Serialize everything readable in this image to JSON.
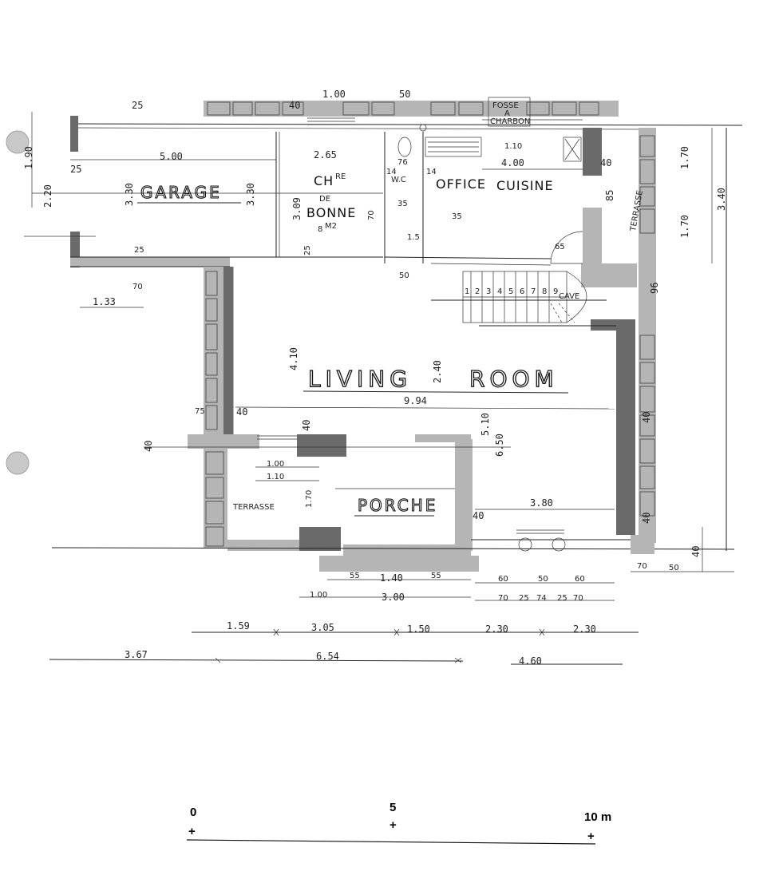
{
  "rooms": {
    "garage": "GARAGE",
    "chambre_line1": "CH",
    "chambre_sup": "RE",
    "chambre_line2": "DE",
    "chambre_line3": "BONNE",
    "chambre_area": "8",
    "chambre_area_unit": "M2",
    "wc": "W.C",
    "office": "OFFICE",
    "cuisine": "CUISINE",
    "terrasse_right": "TERRASSE",
    "cave": "CAVE",
    "living_1": "LIVING",
    "living_2": "ROOM",
    "terrasse_left": "TERRASSE",
    "porche": "PORCHE",
    "fosse": "FOSSE",
    "a": "A",
    "charbon": "CHARBON"
  },
  "dims": {
    "d100_top": "1.00",
    "d50_top": "50",
    "d25_top": "25",
    "d40_top": "40",
    "d190": "1.90",
    "d25a": "25",
    "d500": "5.00",
    "d220": "2.20",
    "d330a": "3.30",
    "d330b": "3.30",
    "d265": "2.65",
    "d309": "3.09",
    "d76": "76",
    "d14a": "14",
    "d14b": "14",
    "d35a": "35",
    "d70a": "70",
    "d110": "1.10",
    "d400": "4.00",
    "d40a": "40",
    "d170a": "1.70",
    "d85": "85",
    "d340": "3.40",
    "d170b": "1.70",
    "d25b": "25",
    "d25c": "25",
    "d50a": "50",
    "d65": "65",
    "d70b": "70",
    "d133": "1.33",
    "d35b": "35",
    "d15": "1.5",
    "d410": "4.10",
    "d240": "2.40",
    "d994": "9.94",
    "d75": "75",
    "d40b": "40",
    "d40c": "40",
    "d40d": "40",
    "d510": "5.10",
    "d650": "6.50",
    "d100a": "1.00",
    "d110b": "1.10",
    "d170c": "1.70",
    "d380": "3.80",
    "d40e": "40",
    "d40f": "40",
    "d40g": "40",
    "d40h": "40",
    "d70c": "70",
    "d50b": "50",
    "d55a": "55",
    "d140": "1.40",
    "d55b": "55",
    "d60a": "60",
    "d50c": "50",
    "d60b": "60",
    "d100b": "1.00",
    "d300": "3.00",
    "d70d": "70",
    "d25d": "25",
    "d74": "74",
    "d25e": "25",
    "d70e": "70",
    "d159": "1.59",
    "d305": "3.05",
    "d150": "1.50",
    "d230a": "2.30",
    "d230b": "2.30",
    "d367": "3.67",
    "d654": "6.54",
    "d460": "4.60",
    "d96": "96"
  },
  "stairs": [
    "1",
    "2",
    "3",
    "4",
    "5",
    "6",
    "7",
    "8",
    "9"
  ],
  "scale": {
    "zero": "0",
    "five": "5",
    "ten": "10 m",
    "tick": "+"
  },
  "colors": {
    "ink": "#222222",
    "wall": "#6a6a6a",
    "hole": "#c8c8c8"
  }
}
